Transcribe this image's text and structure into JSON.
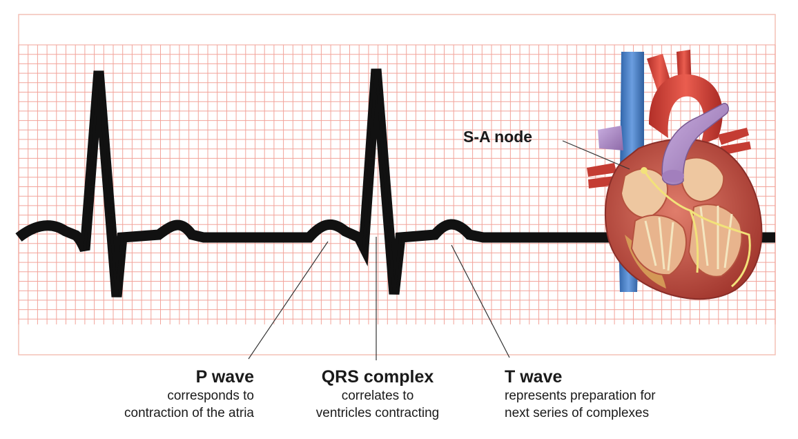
{
  "labels": {
    "sa_node": "S-A node",
    "p_wave": {
      "title": "P wave",
      "line1": "corresponds to",
      "line2": "contraction of the atria"
    },
    "qrs_complex": {
      "title": "QRS complex",
      "line1": "correlates to",
      "line2": "ventricles contracting"
    },
    "t_wave": {
      "title": "T wave",
      "line1": "represents preparation for",
      "line2": "next series of complexes"
    }
  },
  "colors": {
    "grid": "#f2a39a",
    "grid_border": "#f4c0b6",
    "trace": "#111111",
    "leader": "#333333",
    "vein_blue": "#3f78c4",
    "artery_red": "#d6443a",
    "pulmonary_purple": "#b08cc8",
    "myocardium": "#c85a4e",
    "chamber_interior": "#eec7a0",
    "conduction_yellow": "#f2e27a"
  },
  "icons": [
    "heart-illustration"
  ]
}
